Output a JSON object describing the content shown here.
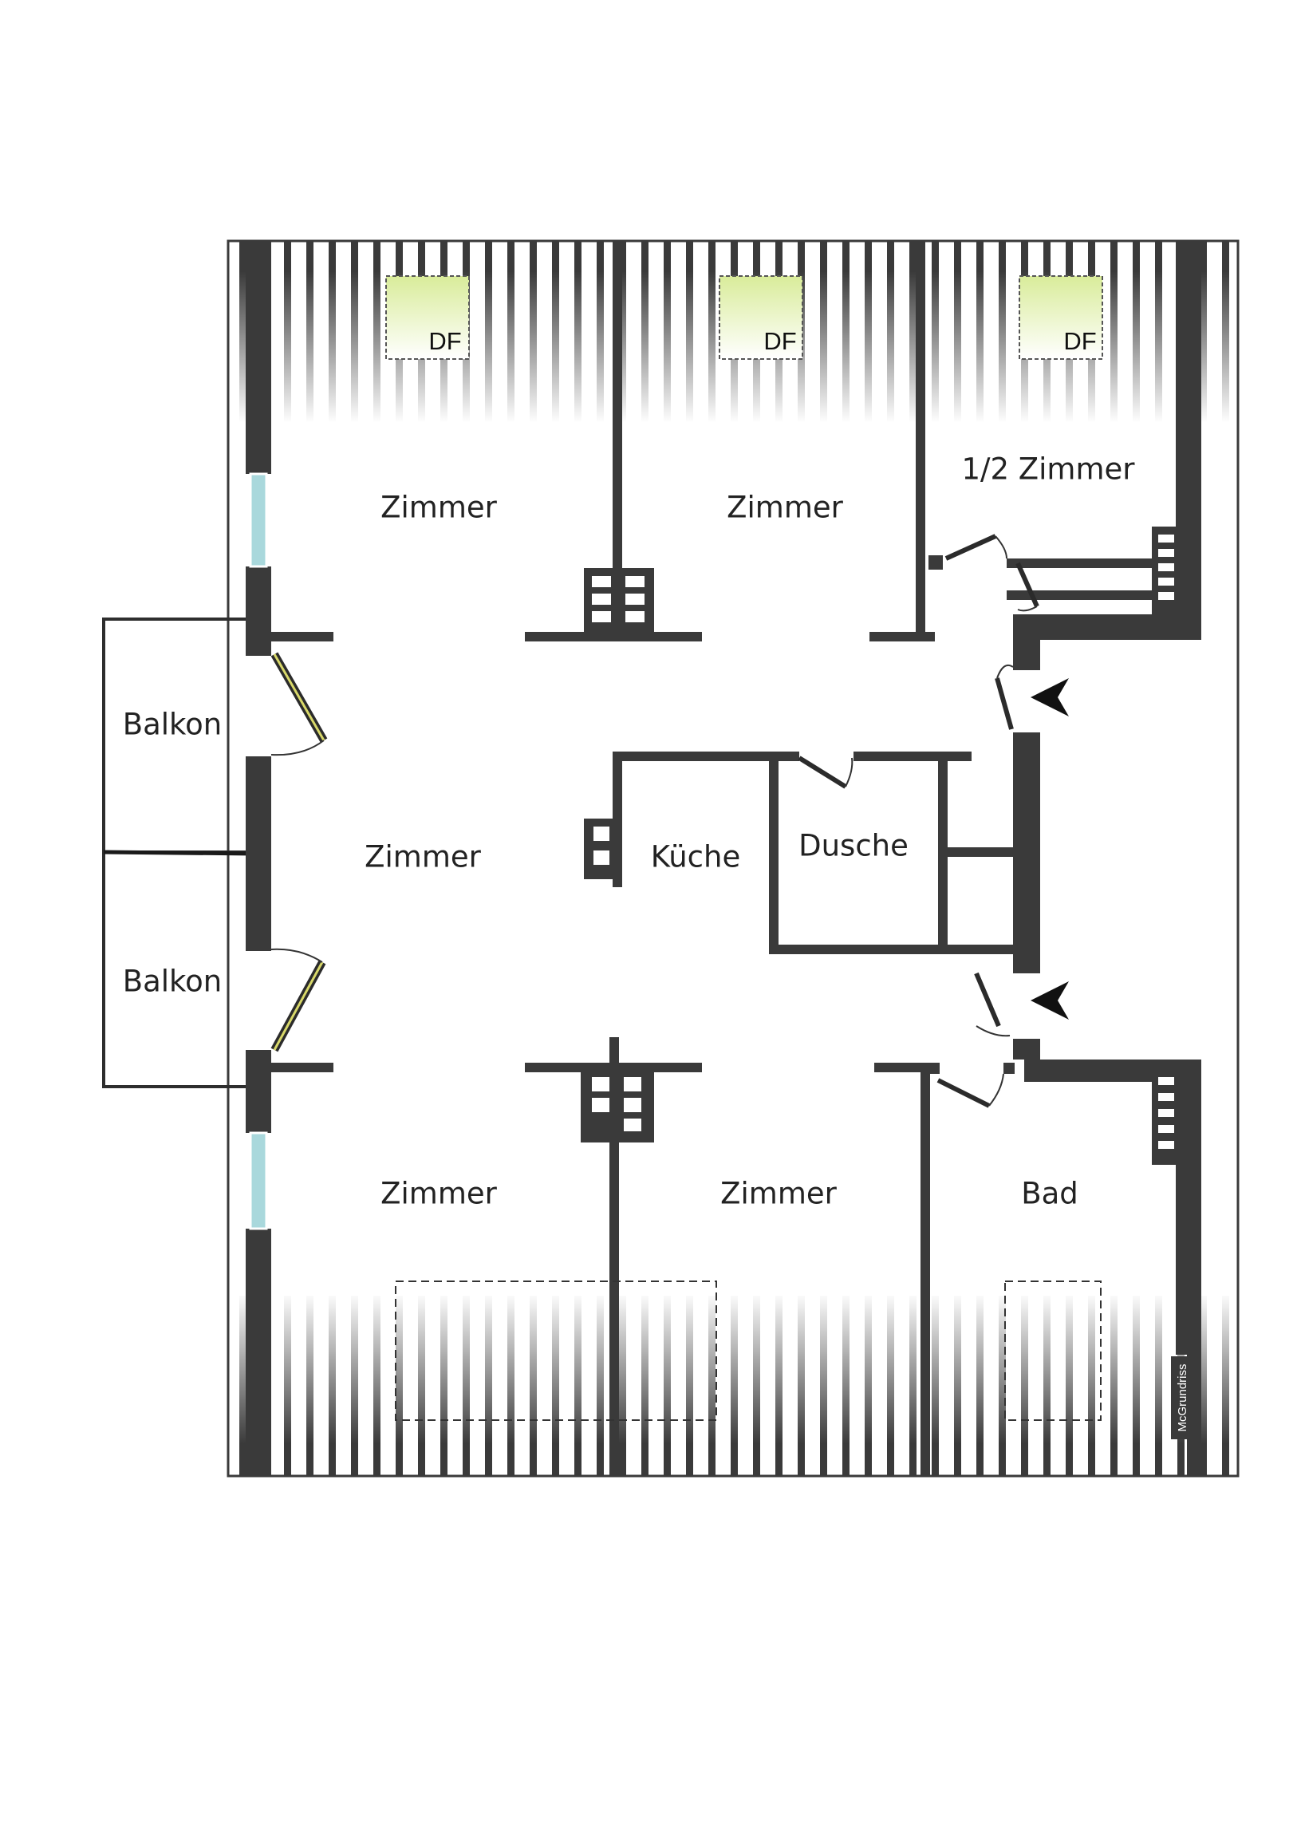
{
  "rooms": {
    "zimmer_top_left": "Zimmer",
    "zimmer_top_middle": "Zimmer",
    "half_zimmer": "1/2 Zimmer",
    "balkon_upper": "Balkon",
    "zimmer_center": "Zimmer",
    "kueche": "Küche",
    "dusche": "Dusche",
    "balkon_lower": "Balkon",
    "zimmer_bottom_left": "Zimmer",
    "zimmer_bottom_middle": "Zimmer",
    "bad": "Bad"
  },
  "skylights": [
    "DF",
    "DF",
    "DF"
  ],
  "brand": "McGrundriss",
  "colors": {
    "wall": "#3a3a3a",
    "window_glass": "#a9d8dc",
    "skylight_top": "#d9ec9a",
    "balcony_door": "#d8d86a"
  }
}
